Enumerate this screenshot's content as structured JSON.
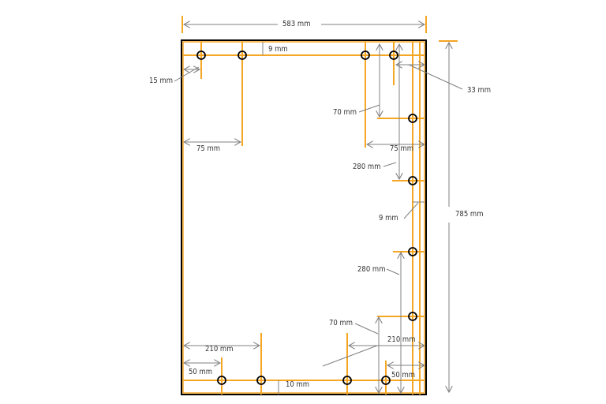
{
  "colors": {
    "frame": "#000000",
    "line": "#f5a623",
    "dimension": "#808080",
    "text": "#333333",
    "background": "#ffffff"
  },
  "dimensions": {
    "overall_width": "583 mm",
    "overall_height": "785 mm",
    "top_offset": "9 mm",
    "left_edge_offset": "15 mm",
    "top_left_width": "75 mm",
    "top_right_offset": "33 mm",
    "top_right_drop": "70 mm",
    "right_width": "75 mm",
    "right_upper_span": "280 mm",
    "right_offset": "9 mm",
    "right_lower_span": "280 mm",
    "bottom_right_drop": "70 mm",
    "bottom_right_width": "210 mm",
    "bottom_right_edge": "50 mm",
    "bottom_left_width": "210 mm",
    "bottom_left_edge": "50 mm",
    "bottom_offset": "10 mm"
  }
}
